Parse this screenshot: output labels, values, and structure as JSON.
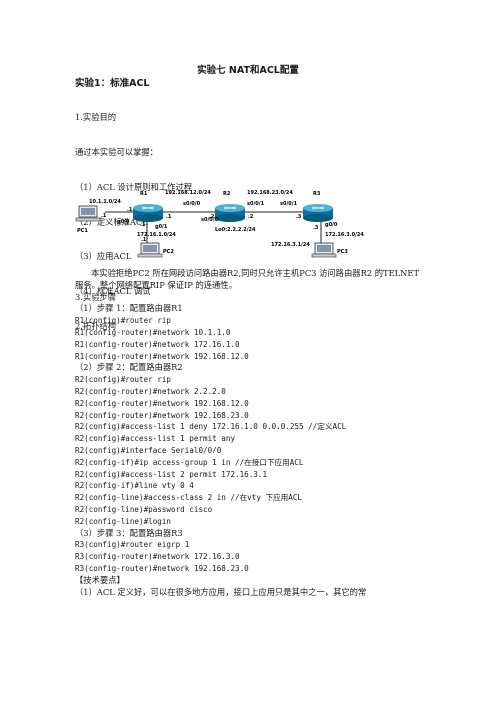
{
  "doc": {
    "title": "实验七 NAT和ACL配置",
    "section": "实验1：标准ACL",
    "intro_lines": [
      "1.实验目的",
      "通过本实验可以掌握：",
      "（1）ACL 设计原则和工作过程",
      "（2）定义标准ACL",
      "（3）应用ACL",
      "（4）标准ACL 调试",
      "2.拓扑结构"
    ],
    "paragraph": "本实验拒绝PC2 所在网段访问路由器R2,同时只允许主机PC3 访问路由器R2 的TELNET服务。整个网络配置RIP 保证IP 的连通性。",
    "steps_lines": [
      "3.实验步骤",
      "（1）步骤 1：配置路由器R1",
      "R1(config)#router rip",
      "R1(config-router)#network 10.1.1.0",
      "R1(config-router)#network 172.16.1.0",
      "R1(config-router)#network 192.168.12.0",
      "（2）步骤 2：配置路由器R2",
      "R2(config)#router rip",
      "R2(config-router)#network 2.2.2.0",
      "R2(config-router)#network 192.168.12.0",
      "R2(config-router)#network 192.168.23.0",
      "R2(config)#access-list 1 deny 172.16.1.0 0.0.0.255 //定义ACL",
      "R2(config)#access-list 1 permit any",
      "R2(config)#interface Serial0/0/0",
      "R2(config-if)#ip access-group 1 in //在接口下应用ACL",
      "R2(config)#access-list 2 permit 172.16.3.1",
      "R2(config-if)#line vty 0 4",
      "R2(config-line)#access-class 2 in //在vty 下应用ACL",
      "R2(config-line)#password cisco",
      "R2(config-line)#login",
      "（3）步骤 3：配置路由器R3",
      "R3(config)#router eigrp 1",
      "R3(config-router)#network 172.16.3.0",
      "R3(config-router)#network 192.168.23.0",
      "【技术要点】",
      "（1）ACL 定义好，可以在很多地方应用，接口上应用只是其中之一，其它的常"
    ],
    "topology": {
      "routers": [
        "R1",
        "R2",
        "R3"
      ],
      "pcs": [
        "PC1",
        "PC2",
        "PC3"
      ],
      "labels": {
        "net_10": "10.1.1.0/24",
        "net_12": "192.168.12.0/24",
        "net_23": "192.168.23.0/24",
        "net_172_1": "172.16.1.0/24",
        "net_172_3": "172.16.3.0/24",
        "lo": "Lo0:2.2.2.2/24",
        "pc3_ip": "172.16.3.1/24",
        "r1_g00": "g0/0",
        "r1_g01": "g0/1",
        "r1_s000": "s0/0/0",
        "r2_s000": "s0/0/0",
        "r2_s001": "s0/0/1",
        "r3_s001": "s0/0/1",
        "r3_g00": "g0/0",
        "h_r1_g00": ".1",
        "h_pc1": ".1",
        "h_r1_s": ".1",
        "h_r1_g01": ".1",
        "h_pc2": ".1",
        "h_r2_s0": ".2",
        "h_r2_s1": ".2",
        "h_r3_s": ".3",
        "h_r3_g": ".3"
      }
    }
  },
  "colors": {
    "router": "#0a6f9e",
    "router_top": "#4fb0d6",
    "link": "#222222"
  }
}
